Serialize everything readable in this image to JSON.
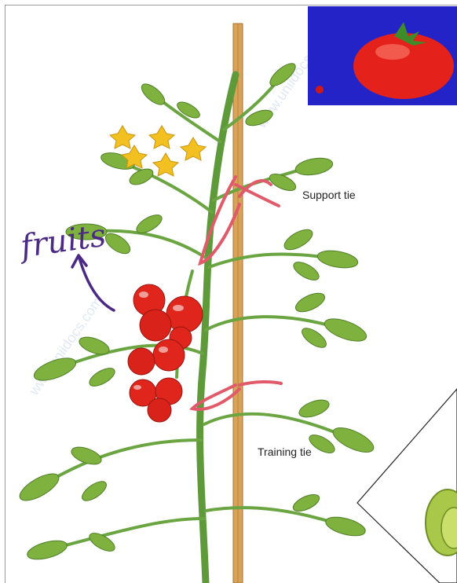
{
  "labels": {
    "support_tie": "Support tie",
    "training_tie": "Training tie",
    "fruits_annotation": "fruits"
  },
  "watermark": "www.uniidocs.com",
  "colors": {
    "stake": "#d9a45a",
    "tie": "#e05a6a",
    "tomato": "#e0261c",
    "leaf": "#79ab3a",
    "flower": "#f2c020",
    "annotation": "#4b2a86",
    "inset_bg": "#2323c8"
  }
}
